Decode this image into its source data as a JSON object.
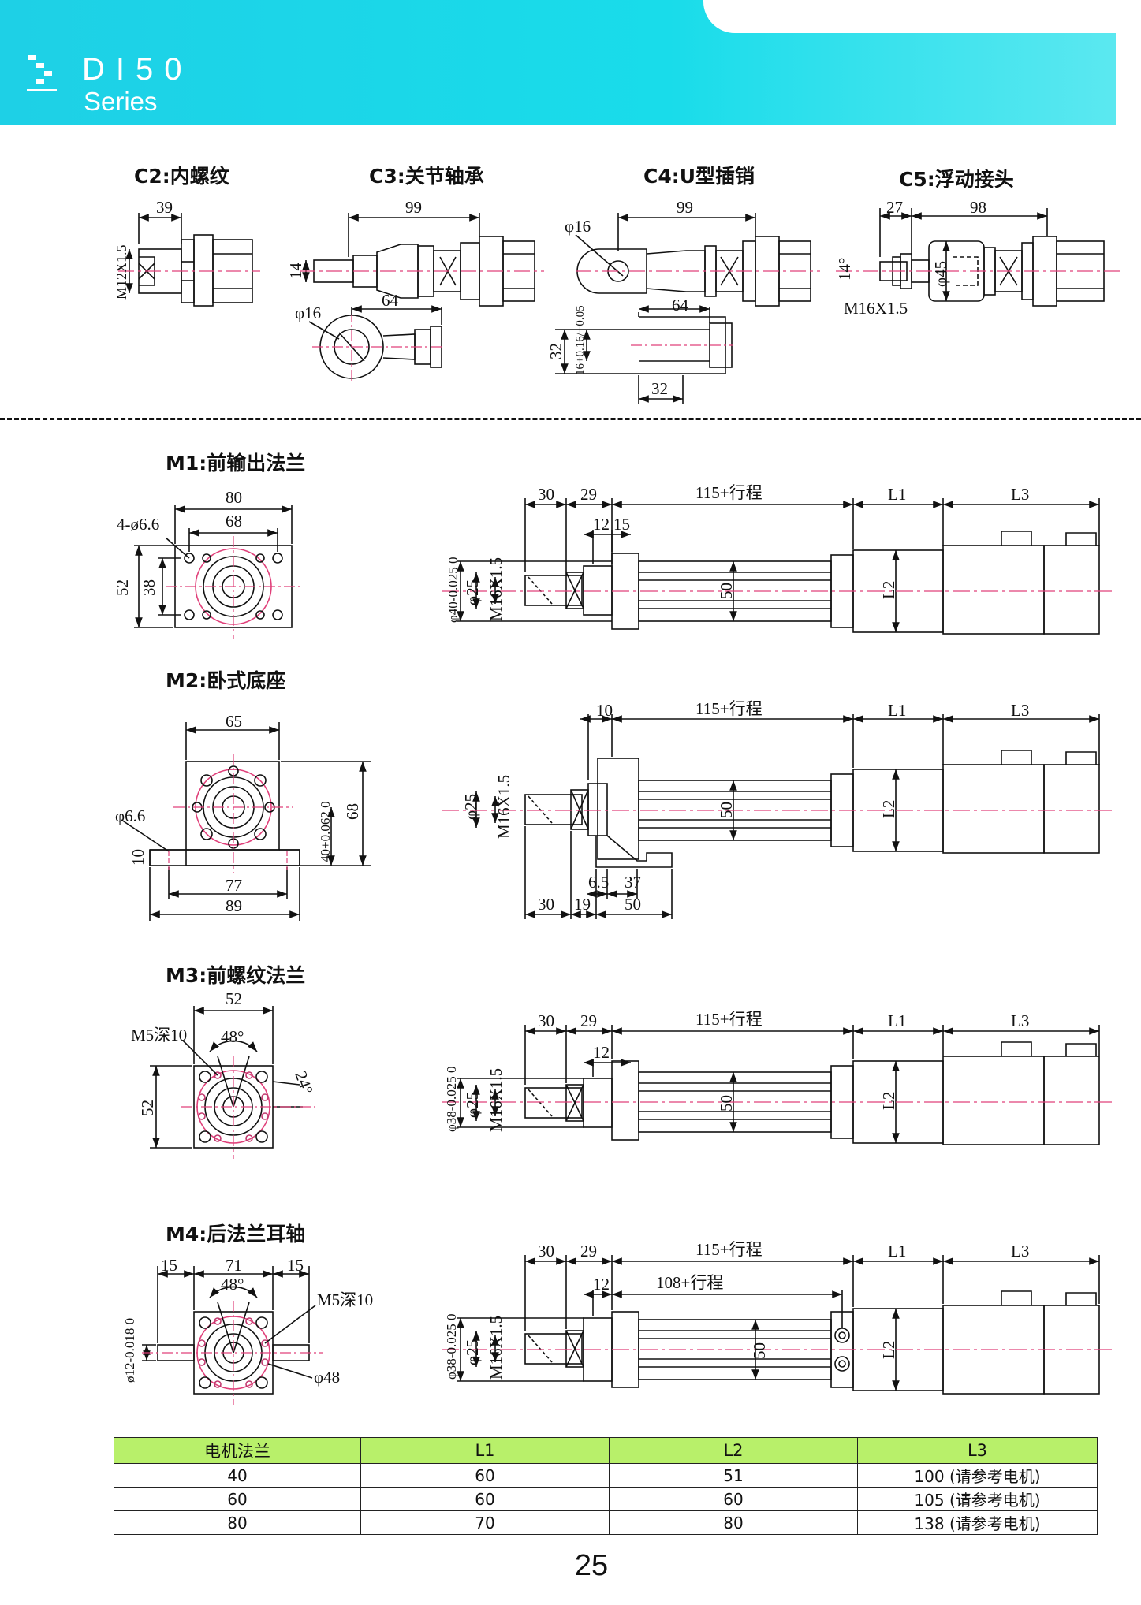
{
  "header": {
    "title": "DI50",
    "subtitle": "Series"
  },
  "sections": {
    "c2": "C2:内螺纹",
    "c3": "C3:关节轴承",
    "c4": "C4:U型插销",
    "c5": "C5:浮动接头",
    "m1": "M1:前输出法兰",
    "m2": "M2:卧式底座",
    "m3": "M3:前螺纹法兰",
    "m4": "M4:后法兰耳轴"
  },
  "dims": {
    "c2_len": "39",
    "c2_thread": "M12X1.5",
    "c3_len": "99",
    "c3_h": "14",
    "c3_phi": "φ16",
    "c3_64": "64",
    "c4_len": "99",
    "c4_phi": "φ16",
    "c4_64": "64",
    "c4_32a": "32",
    "c4_tol": "16+0.16/+0.05",
    "c4_32b": "32",
    "c5_27": "27",
    "c5_98": "98",
    "c5_14": "14°",
    "c5_45": "φ45",
    "c5_thread": "M16X1.5",
    "m1_80": "80",
    "m1_68": "68",
    "m1_holes": "4-ø6.6",
    "m1_52": "52",
    "m1_38": "38",
    "m1_30": "30",
    "m1_29": "29",
    "m1_12": "12",
    "m1_15": "15",
    "m1_stroke": "115+行程",
    "m1_L1": "L1",
    "m1_L3": "L3",
    "m1_L2": "L2",
    "m1_50": "50",
    "m1_phi40": "φ40-0.025 0",
    "m1_phi25": "φ25",
    "m1_thread": "M16X1.5",
    "m2_65": "65",
    "m2_phi": "φ6.6",
    "m2_68": "68",
    "m2_40": "40+0.062 0",
    "m2_10": "10",
    "m2_77": "77",
    "m2_89": "89",
    "m2_10b": "10",
    "m2_stroke": "115+行程",
    "m2_L1": "L1",
    "m2_L3": "L3",
    "m2_L2": "L2",
    "m2_50": "50",
    "m2_phi25": "φ25",
    "m2_thread": "M16X1.5",
    "m2_65b": "6.5",
    "m2_37": "37",
    "m2_30": "30",
    "m2_19": "19",
    "m2_50b": "50",
    "m3_52": "52",
    "m3_m5": "M5深10",
    "m3_48": "48°",
    "m3_24": "24°",
    "m3_52b": "52",
    "m3_30": "30",
    "m3_29": "29",
    "m3_12": "12",
    "m3_stroke": "115+行程",
    "m3_L1": "L1",
    "m3_L3": "L3",
    "m3_L2": "L2",
    "m3_50": "50",
    "m3_phi38": "φ38-0.025 0",
    "m3_phi25": "φ25",
    "m3_thread": "M16X1.5",
    "m4_15a": "15",
    "m4_71": "71",
    "m4_15b": "15",
    "m4_48": "48°",
    "m4_m5": "M5深10",
    "m4_phi12": "ø12-0.018 0",
    "m4_phi48": "φ48",
    "m4_30": "30",
    "m4_29": "29",
    "m4_12": "12",
    "m4_stroke": "115+行程",
    "m4_stroke2": "108+行程",
    "m4_L1": "L1",
    "m4_L3": "L3",
    "m4_L2": "L2",
    "m4_50": "50",
    "m4_phi38": "φ38-0.025 0",
    "m4_phi25": "φ25",
    "m4_thread": "M16X1.5"
  },
  "table": {
    "headers": [
      "电机法兰",
      "L1",
      "L2",
      "L3"
    ],
    "rows": [
      [
        "40",
        "60",
        "51",
        "100 (请参考电机)"
      ],
      [
        "60",
        "60",
        "60",
        "105 (请参考电机)"
      ],
      [
        "80",
        "70",
        "80",
        "138 (请参考电机)"
      ]
    ]
  },
  "page_number": "25",
  "colors": {
    "header": "#1ed0e6",
    "table_header": "#b8f06a",
    "centerline": "#e0407a"
  }
}
